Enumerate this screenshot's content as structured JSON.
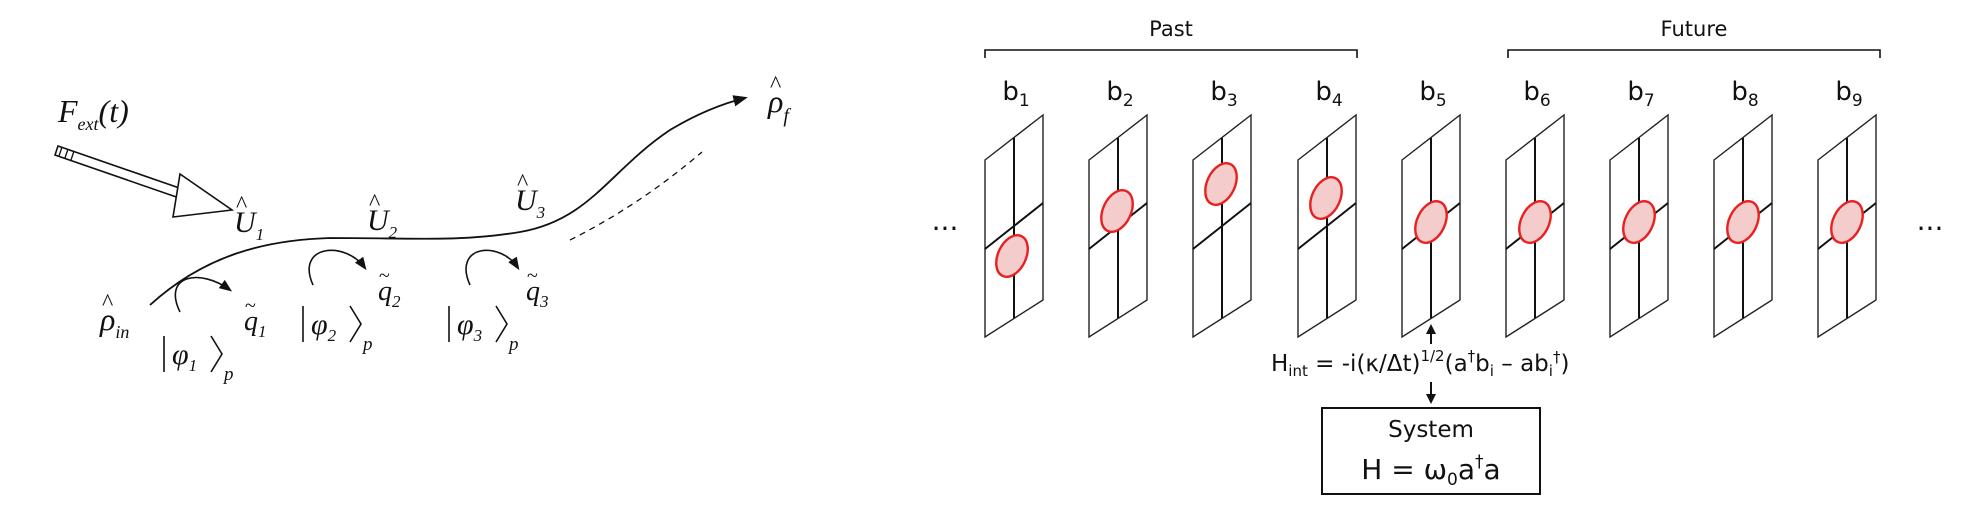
{
  "left_panel": {
    "force_label": {
      "base": "F",
      "sub": "ext",
      "arg": "(t)"
    },
    "operators": [
      {
        "base": "U",
        "sub": "1"
      },
      {
        "base": "U",
        "sub": "2"
      },
      {
        "base": "U",
        "sub": "3"
      }
    ],
    "rho_in": {
      "base": "ρ",
      "sub": "in"
    },
    "rho_f": {
      "base": "ρ",
      "sub": "f"
    },
    "q_labels": [
      {
        "base": "q",
        "sub": "1"
      },
      {
        "base": "q",
        "sub": "2"
      },
      {
        "base": "q",
        "sub": "3"
      }
    ],
    "kets": [
      {
        "psi": "φ",
        "sub": "1",
        "p": "p"
      },
      {
        "psi": "φ",
        "sub": "2",
        "p": "p"
      },
      {
        "psi": "φ",
        "sub": "3",
        "p": "p"
      }
    ]
  },
  "right_panel": {
    "past_label": "Past",
    "future_label": "Future",
    "ellipsis_left": "...",
    "ellipsis_right": "...",
    "modes": [
      {
        "base": "b",
        "sub": "1"
      },
      {
        "base": "b",
        "sub": "2"
      },
      {
        "base": "b",
        "sub": "3"
      },
      {
        "base": "b",
        "sub": "4"
      },
      {
        "base": "b",
        "sub": "5"
      },
      {
        "base": "b",
        "sub": "6"
      },
      {
        "base": "b",
        "sub": "7"
      },
      {
        "base": "b",
        "sub": "8"
      },
      {
        "base": "b",
        "sub": "9"
      }
    ],
    "hamiltonian_int": {
      "H": "H",
      "H_sub": "int",
      "eq": " = -i(κ/Δt)",
      "exp": "1/2",
      "open": "(a",
      "dag1": "†",
      "b1": "b",
      "b1_sub": "i",
      "minus": " – ab",
      "b2_sub": "i",
      "dag2": "†",
      "close": ")"
    },
    "system": {
      "title": "System",
      "H": "H = ω",
      "omega_sub": "0",
      "a1": "a",
      "dag": "†",
      "a2": "a"
    },
    "colors": {
      "ellipse_stroke": "#e8201f",
      "ellipse_fill": "#f4cccc"
    }
  }
}
